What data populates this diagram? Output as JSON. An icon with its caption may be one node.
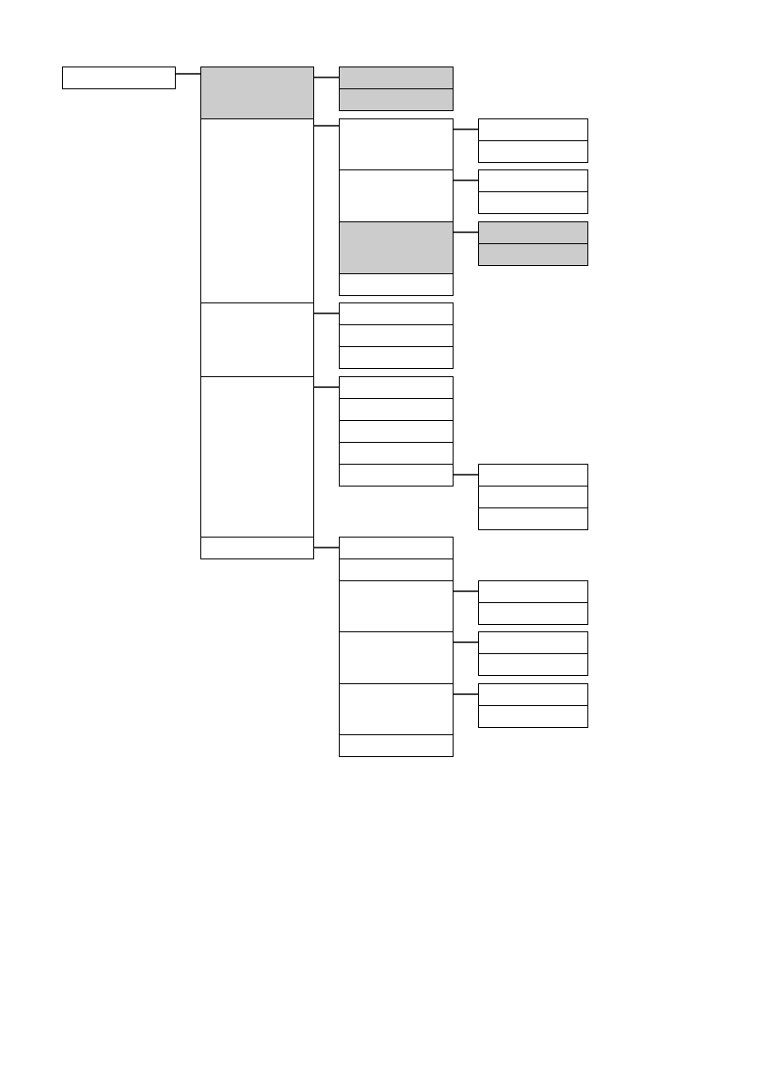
{
  "diagram": {
    "nodes": [
      {
        "text": [],
        "shape": "box"
      },
      {
        "text": [],
        "shape": "box"
      },
      {
        "text": [],
        "shape": "box"
      },
      {
        "text": [],
        "shape": "box"
      },
      {
        "text": [],
        "shape": "box"
      },
      {
        "text": [],
        "shape": "box"
      },
      {
        "text": [],
        "shape": "box"
      },
      {
        "text": [],
        "shape": "box"
      },
      {
        "text": [],
        "shape": "box"
      },
      {
        "text": [],
        "shape": "box"
      },
      {
        "text": [],
        "shape": "box"
      },
      {
        "text": [],
        "shape": "box"
      },
      {
        "text": [],
        "shape": "box"
      },
      {
        "text": [],
        "shape": "box"
      },
      {
        "text": [],
        "shape": "box"
      },
      {
        "text": [],
        "shape": "box"
      },
      {
        "text": [],
        "shape": "box"
      },
      {
        "text": [],
        "shape": "box"
      },
      {
        "text": [],
        "shape": "box"
      },
      {
        "text": [],
        "shape": "box"
      },
      {
        "text": [],
        "shape": "box"
      },
      {
        "text": [],
        "shape": "box"
      },
      {
        "text": [],
        "shape": "box"
      },
      {
        "text": [],
        "shape": "box"
      },
      {
        "text": [],
        "shape": "box"
      },
      {
        "text": [],
        "shape": "box"
      },
      {
        "text": [],
        "shape": "box"
      },
      {
        "text": [],
        "shape": "box"
      },
      {
        "text": [],
        "shape": "box"
      },
      {
        "text": [],
        "shape": "box"
      },
      {
        "text": [],
        "shape": "box"
      },
      {
        "text": [],
        "shape": "box"
      },
      {
        "text": [],
        "shape": "box"
      },
      {
        "text": [],
        "shape": "box"
      },
      {
        "text": [],
        "shape": "box"
      },
      {
        "text": [],
        "shape": "box"
      },
      {
        "text": [],
        "shape": "box"
      },
      {
        "text": [],
        "shape": "box"
      },
      {
        "text": [],
        "shape": "box"
      },
      {
        "text": [],
        "shape": "box"
      },
      {
        "text": [],
        "shape": "box"
      }
    ],
    "edges": [
      {
        "from": 0,
        "to": 1,
        "arrow": "none"
      },
      {
        "from": 1,
        "to": 6,
        "arrow": "none"
      },
      {
        "from": 2,
        "to": 8,
        "arrow": "none"
      },
      {
        "from": 3,
        "to": 12,
        "arrow": "none"
      },
      {
        "from": 4,
        "to": 15,
        "arrow": "none"
      },
      {
        "from": 5,
        "to": 20,
        "arrow": "none"
      },
      {
        "from": 8,
        "to": 26,
        "arrow": "none"
      },
      {
        "from": 9,
        "to": 28,
        "arrow": "none"
      },
      {
        "from": 10,
        "to": 30,
        "arrow": "none"
      },
      {
        "from": 19,
        "to": 32,
        "arrow": "none"
      },
      {
        "from": 22,
        "to": 35,
        "arrow": "none"
      },
      {
        "from": 23,
        "to": 37,
        "arrow": "none"
      },
      {
        "from": 24,
        "to": 39,
        "arrow": "none"
      }
    ]
  }
}
